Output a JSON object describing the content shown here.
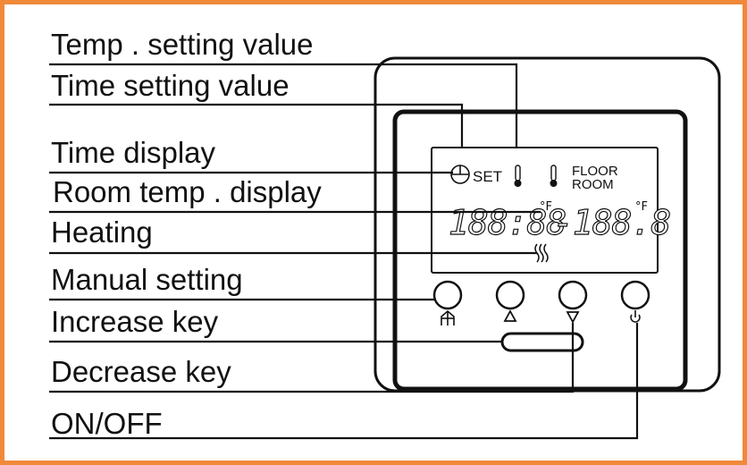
{
  "labels": {
    "temp_setting": "Temp . setting value",
    "time_setting": "Time setting value",
    "time_display": "Time display",
    "room_temp_display": "Room temp . display",
    "heating": "Heating",
    "manual_setting": "Manual setting",
    "increase_key": "Increase key",
    "decrease_key": "Decrease key",
    "on_off": "ON/OFF"
  },
  "lcd": {
    "set_text": "SET",
    "floor_text": "FLOOR",
    "room_text": "ROOM",
    "time_digits": "188:88",
    "temp_digits": "-188.8",
    "degree_unit": "°F"
  },
  "colors": {
    "frame_border": "#f0893a",
    "line": "#111111"
  }
}
